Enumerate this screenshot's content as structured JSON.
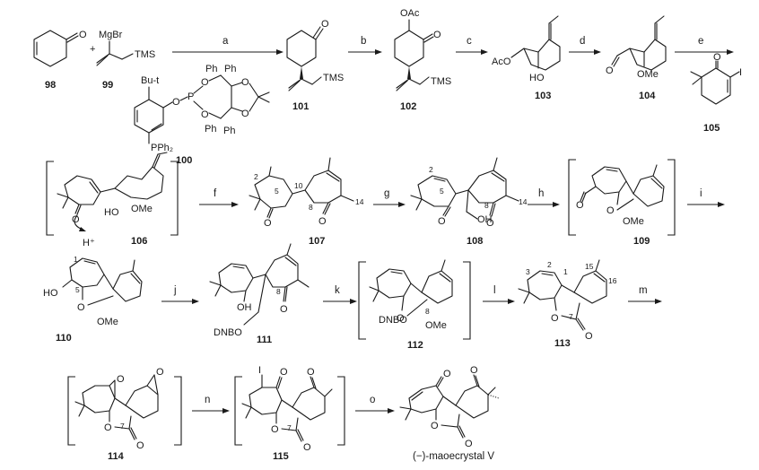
{
  "reagent_labels": {
    "a": "a",
    "b": "b",
    "c": "c",
    "d": "d",
    "e": "e",
    "f": "f",
    "g": "g",
    "h": "h",
    "i": "i",
    "j": "j",
    "k": "k",
    "l": "l",
    "m": "m",
    "n": "n",
    "o": "o"
  },
  "compounds": {
    "c98": "98",
    "c99": "99",
    "c100": "100",
    "c101": "101",
    "c102": "102",
    "c103": "103",
    "c104": "104",
    "c105": "105",
    "c106": "106",
    "c107": "107",
    "c108": "108",
    "c109": "109",
    "c110": "110",
    "c111": "111",
    "c112": "112",
    "c113": "113",
    "c114": "114",
    "c115": "115",
    "final": "(−)-maoecrystal V"
  },
  "atoms": {
    "O": "O",
    "plus": "+",
    "MgBr": "MgBr",
    "TMS": "TMS",
    "OAc": "OAc",
    "AcO": "AcO",
    "HO": "HO",
    "OMe": "OMe",
    "I": "I",
    "Bu_t": "Bu-t",
    "P": "P",
    "Ph": "Ph",
    "PPh2": "PPh₂",
    "H_plus": "H⁺",
    "OH": "OH",
    "DNBO": "DNBO"
  },
  "numbering": {
    "n1": "1",
    "n2": "2",
    "n3": "3",
    "n5": "5",
    "n7": "7",
    "n8": "8",
    "n10": "10",
    "n14": "14",
    "n15": "15",
    "n16": "16"
  }
}
